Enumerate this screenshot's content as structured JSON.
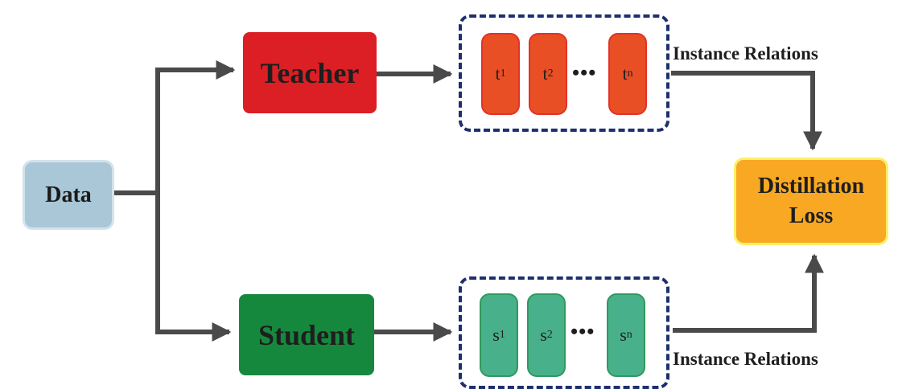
{
  "data_node": {
    "label": "Data"
  },
  "teacher": {
    "label": "Teacher",
    "outputs": [
      {
        "base": "t",
        "sub": "1"
      },
      {
        "base": "t",
        "sub": "2"
      },
      {
        "base": "t",
        "sub": "n"
      }
    ],
    "ellipsis": "•••",
    "relations_label": "Instance Relations"
  },
  "student": {
    "label": "Student",
    "outputs": [
      {
        "base": "s",
        "sub": "1"
      },
      {
        "base": "s",
        "sub": "2"
      },
      {
        "base": "s",
        "sub": "n"
      }
    ],
    "ellipsis": "•••",
    "relations_label": "Instance Relations"
  },
  "loss": {
    "line1": "Distillation",
    "line2": "Loss"
  },
  "colors": {
    "arrow": "#4a4a4a",
    "teacher": "#db1f24",
    "student": "#16883d",
    "data": "#a9c7d6",
    "loss": "#f9a823",
    "dashed_border": "#1d2f6e"
  }
}
